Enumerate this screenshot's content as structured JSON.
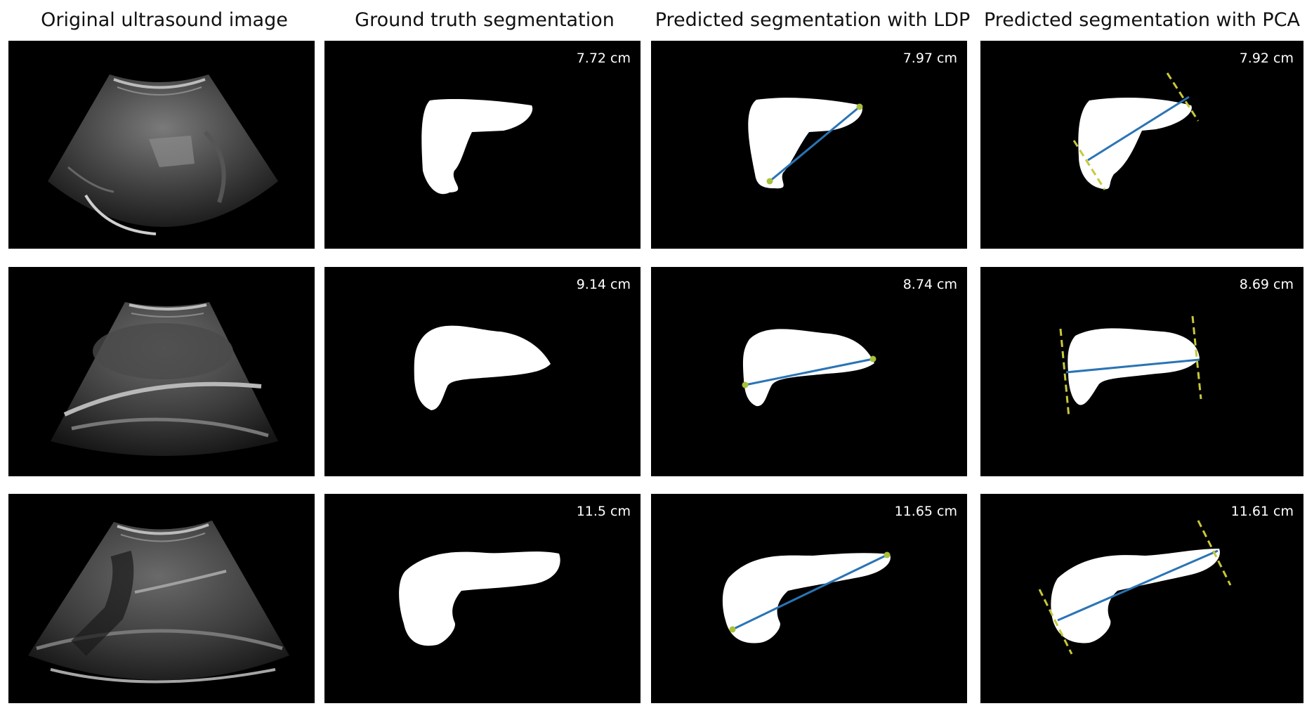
{
  "columns": [
    {
      "title": "Original ultrasound image"
    },
    {
      "title": "Ground truth segmentation"
    },
    {
      "title": "Predicted segmentation with LDP"
    },
    {
      "title": "Predicted segmentation with PCA"
    }
  ],
  "rows": [
    {
      "ground_truth": "7.72 cm",
      "ldp": "7.97 cm",
      "pca": "7.92 cm"
    },
    {
      "ground_truth": "9.14 cm",
      "ldp": "8.74 cm",
      "pca": "8.69 cm"
    },
    {
      "ground_truth": "11.5 cm",
      "ldp": "11.65 cm",
      "pca": "11.61 cm"
    }
  ],
  "colors": {
    "mask": "#ffffff",
    "background": "#000000",
    "ldp_line": "#2a74b5",
    "ldp_endpoint": "#a7c13a",
    "pca_tangent": "#c8c83a"
  }
}
